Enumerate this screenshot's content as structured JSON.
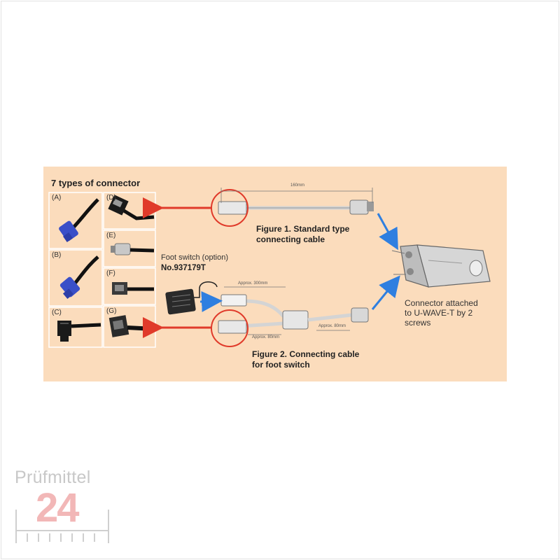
{
  "diagram": {
    "title": "7 types of connector",
    "connector_letters": [
      "(A)",
      "(B)",
      "(C)",
      "(D)",
      "(E)",
      "(F)",
      "(G)"
    ],
    "figure1": [
      "Figure 1. Standard type",
      "connecting cable"
    ],
    "figure2": [
      "Figure 2. Connecting cable",
      "for foot switch"
    ],
    "foot_switch": {
      "label": "Foot switch (option)",
      "part_no": "No.937179T"
    },
    "right_caption": [
      "Connector attached",
      "to U-WAVE-T by 2",
      "screws"
    ],
    "dimensions": {
      "top": "160mm",
      "foot_a": "Approx. 300mm",
      "foot_b": "Approx. 80mm",
      "foot_c": "Approx. 80mm"
    },
    "colors": {
      "panel": "#fbdcbc",
      "red_arrow": "#e03a2a",
      "blue_arrow": "#2f7fe0",
      "connector_blue": "#3a4fc8"
    }
  },
  "logo": {
    "word": "Prüfmittel",
    "number": "24"
  }
}
